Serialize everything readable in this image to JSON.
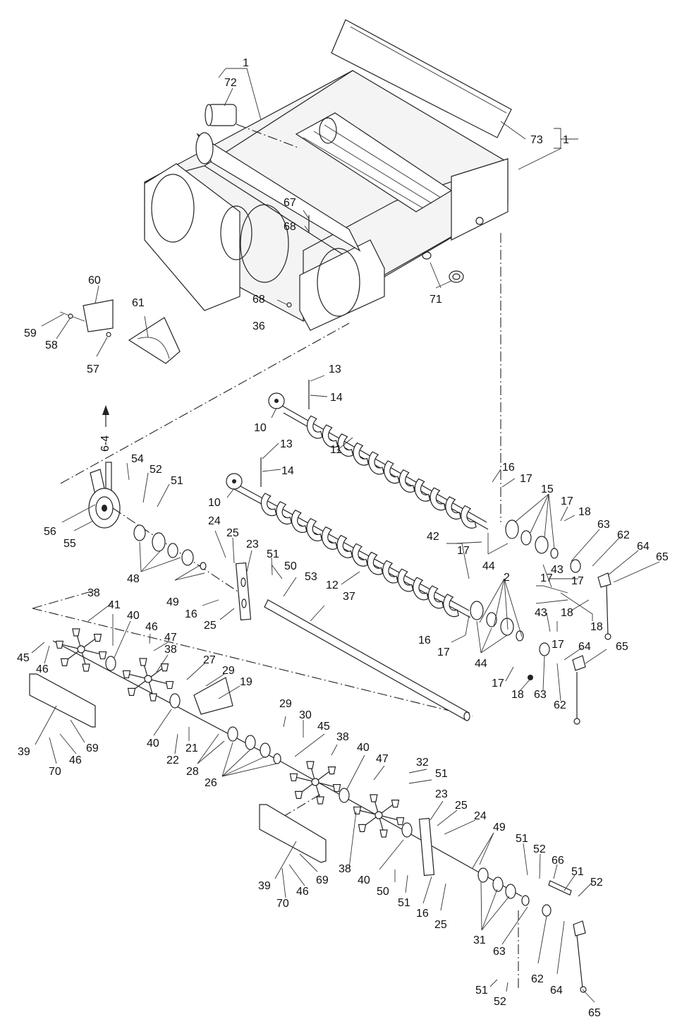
{
  "diagram": {
    "callouts": [
      {
        "id": "c-1a",
        "text": "1"
      },
      {
        "id": "c-72",
        "text": "72"
      },
      {
        "id": "c-73",
        "text": "73"
      },
      {
        "id": "c-1b",
        "text": "1"
      },
      {
        "id": "c-67",
        "text": "67"
      },
      {
        "id": "c-68a",
        "text": "68"
      },
      {
        "id": "c-68b",
        "text": "68"
      },
      {
        "id": "c-36",
        "text": "36"
      },
      {
        "id": "c-71",
        "text": "71"
      },
      {
        "id": "c-60",
        "text": "60"
      },
      {
        "id": "c-61",
        "text": "61"
      },
      {
        "id": "c-59",
        "text": "59"
      },
      {
        "id": "c-58",
        "text": "58"
      },
      {
        "id": "c-57",
        "text": "57"
      },
      {
        "id": "c-13a",
        "text": "13"
      },
      {
        "id": "c-14a",
        "text": "14"
      },
      {
        "id": "c-10a",
        "text": "10"
      },
      {
        "id": "c-11",
        "text": "11"
      },
      {
        "id": "c-13b",
        "text": "13"
      },
      {
        "id": "c-14b",
        "text": "14"
      },
      {
        "id": "c-10b",
        "text": "10"
      },
      {
        "id": "c-64ref",
        "text": "6-4"
      },
      {
        "id": "c-54",
        "text": "54"
      },
      {
        "id": "c-52a",
        "text": "52"
      },
      {
        "id": "c-51a",
        "text": "51"
      },
      {
        "id": "c-56",
        "text": "56"
      },
      {
        "id": "c-55",
        "text": "55"
      },
      {
        "id": "c-48",
        "text": "48"
      },
      {
        "id": "c-24a",
        "text": "24"
      },
      {
        "id": "c-25a",
        "text": "25"
      },
      {
        "id": "c-23a",
        "text": "23"
      },
      {
        "id": "c-51b",
        "text": "51"
      },
      {
        "id": "c-50a",
        "text": "50"
      },
      {
        "id": "c-53",
        "text": "53"
      },
      {
        "id": "c-49a",
        "text": "49"
      },
      {
        "id": "c-16a",
        "text": "16"
      },
      {
        "id": "c-25b",
        "text": "25"
      },
      {
        "id": "c-12",
        "text": "12"
      },
      {
        "id": "c-37",
        "text": "37"
      },
      {
        "id": "c-16b",
        "text": "16"
      },
      {
        "id": "c-17a",
        "text": "17"
      },
      {
        "id": "c-15",
        "text": "15"
      },
      {
        "id": "c-17b",
        "text": "17"
      },
      {
        "id": "c-18a",
        "text": "18"
      },
      {
        "id": "c-63a",
        "text": "63"
      },
      {
        "id": "c-62a",
        "text": "62"
      },
      {
        "id": "c-64a",
        "text": "64"
      },
      {
        "id": "c-65a",
        "text": "65"
      },
      {
        "id": "c-42",
        "text": "42"
      },
      {
        "id": "c-17c",
        "text": "17"
      },
      {
        "id": "c-44a",
        "text": "44"
      },
      {
        "id": "c-43a",
        "text": "43"
      },
      {
        "id": "c-17d",
        "text": "17"
      },
      {
        "id": "c-2",
        "text": "2"
      },
      {
        "id": "c-17e",
        "text": "17"
      },
      {
        "id": "c-18b",
        "text": "18"
      },
      {
        "id": "c-43b",
        "text": "43"
      },
      {
        "id": "c-18c",
        "text": "18"
      },
      {
        "id": "c-17f",
        "text": "17"
      },
      {
        "id": "c-16c",
        "text": "16"
      },
      {
        "id": "c-17g",
        "text": "17"
      },
      {
        "id": "c-44b",
        "text": "44"
      },
      {
        "id": "c-64b",
        "text": "64"
      },
      {
        "id": "c-65b",
        "text": "65"
      },
      {
        "id": "c-17h",
        "text": "17"
      },
      {
        "id": "c-18d",
        "text": "18"
      },
      {
        "id": "c-63b",
        "text": "63"
      },
      {
        "id": "c-62b",
        "text": "62"
      },
      {
        "id": "c-38a",
        "text": "38"
      },
      {
        "id": "c-41",
        "text": "41"
      },
      {
        "id": "c-40a",
        "text": "40"
      },
      {
        "id": "c-46a",
        "text": "46"
      },
      {
        "id": "c-47a",
        "text": "47"
      },
      {
        "id": "c-45a",
        "text": "45"
      },
      {
        "id": "c-46b",
        "text": "46"
      },
      {
        "id": "c-38b",
        "text": "38"
      },
      {
        "id": "c-27",
        "text": "27"
      },
      {
        "id": "c-29a",
        "text": "29"
      },
      {
        "id": "c-19",
        "text": "19"
      },
      {
        "id": "c-39a",
        "text": "39"
      },
      {
        "id": "c-69a",
        "text": "69"
      },
      {
        "id": "c-70a",
        "text": "70"
      },
      {
        "id": "c-46c",
        "text": "46"
      },
      {
        "id": "c-40b",
        "text": "40"
      },
      {
        "id": "c-21",
        "text": "21"
      },
      {
        "id": "c-22",
        "text": "22"
      },
      {
        "id": "c-28",
        "text": "28"
      },
      {
        "id": "c-26",
        "text": "26"
      },
      {
        "id": "c-29b",
        "text": "29"
      },
      {
        "id": "c-30",
        "text": "30"
      },
      {
        "id": "c-45b",
        "text": "45"
      },
      {
        "id": "c-38c",
        "text": "38"
      },
      {
        "id": "c-40c",
        "text": "40"
      },
      {
        "id": "c-47b",
        "text": "47"
      },
      {
        "id": "c-32",
        "text": "32"
      },
      {
        "id": "c-51c",
        "text": "51"
      },
      {
        "id": "c-23b",
        "text": "23"
      },
      {
        "id": "c-25c",
        "text": "25"
      },
      {
        "id": "c-24b",
        "text": "24"
      },
      {
        "id": "c-49b",
        "text": "49"
      },
      {
        "id": "c-51d",
        "text": "51"
      },
      {
        "id": "c-52b",
        "text": "52"
      },
      {
        "id": "c-66",
        "text": "66"
      },
      {
        "id": "c-51e",
        "text": "51"
      },
      {
        "id": "c-52c",
        "text": "52"
      },
      {
        "id": "c-39b",
        "text": "39"
      },
      {
        "id": "c-69b",
        "text": "69"
      },
      {
        "id": "c-38d",
        "text": "38"
      },
      {
        "id": "c-40d",
        "text": "40"
      },
      {
        "id": "c-50b",
        "text": "50"
      },
      {
        "id": "c-51f",
        "text": "51"
      },
      {
        "id": "c-16d",
        "text": "16"
      },
      {
        "id": "c-25d",
        "text": "25"
      },
      {
        "id": "c-70b",
        "text": "70"
      },
      {
        "id": "c-46d",
        "text": "46"
      },
      {
        "id": "c-31",
        "text": "31"
      },
      {
        "id": "c-63c",
        "text": "63"
      },
      {
        "id": "c-62c",
        "text": "62"
      },
      {
        "id": "c-64c",
        "text": "64"
      },
      {
        "id": "c-51g",
        "text": "51"
      },
      {
        "id": "c-52d",
        "text": "52"
      },
      {
        "id": "c-65c",
        "text": "65"
      }
    ]
  }
}
